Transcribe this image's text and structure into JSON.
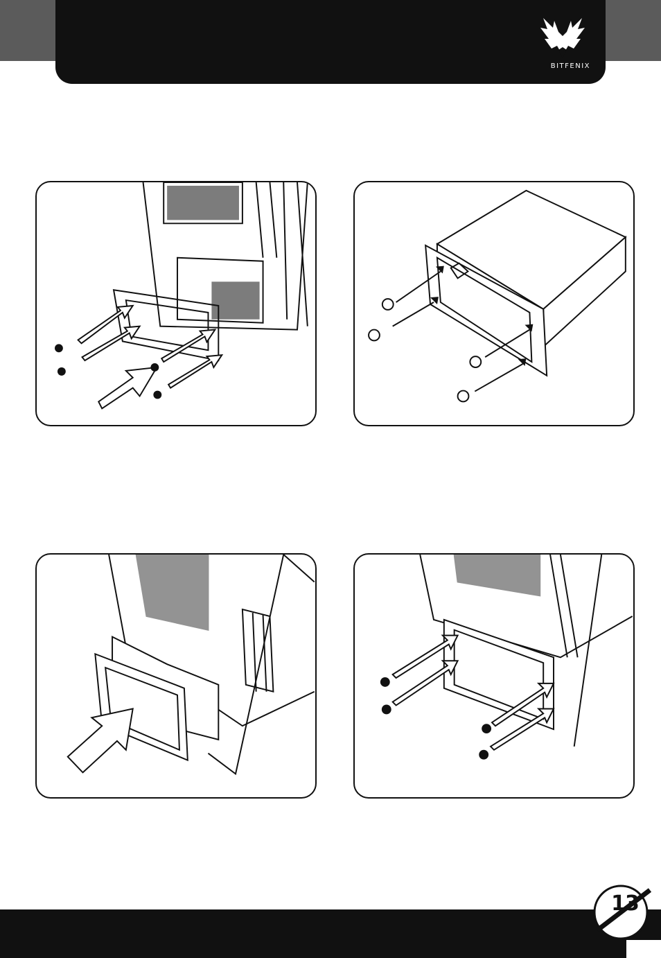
{
  "brand": {
    "name": "BITFENIX"
  },
  "page": {
    "number": "13"
  },
  "figures": [
    {
      "id": "step-1",
      "icon": "remove-psu-bracket-illustration"
    },
    {
      "id": "step-2",
      "icon": "attach-bracket-to-psu-illustration"
    },
    {
      "id": "step-3",
      "icon": "insert-psu-into-case-illustration"
    },
    {
      "id": "step-4",
      "icon": "secure-psu-thumbscrews-illustration"
    }
  ],
  "colors": {
    "header": "#111111",
    "corner_tab": "#5b5b5b",
    "footer": "#111111",
    "line": "#111111"
  }
}
